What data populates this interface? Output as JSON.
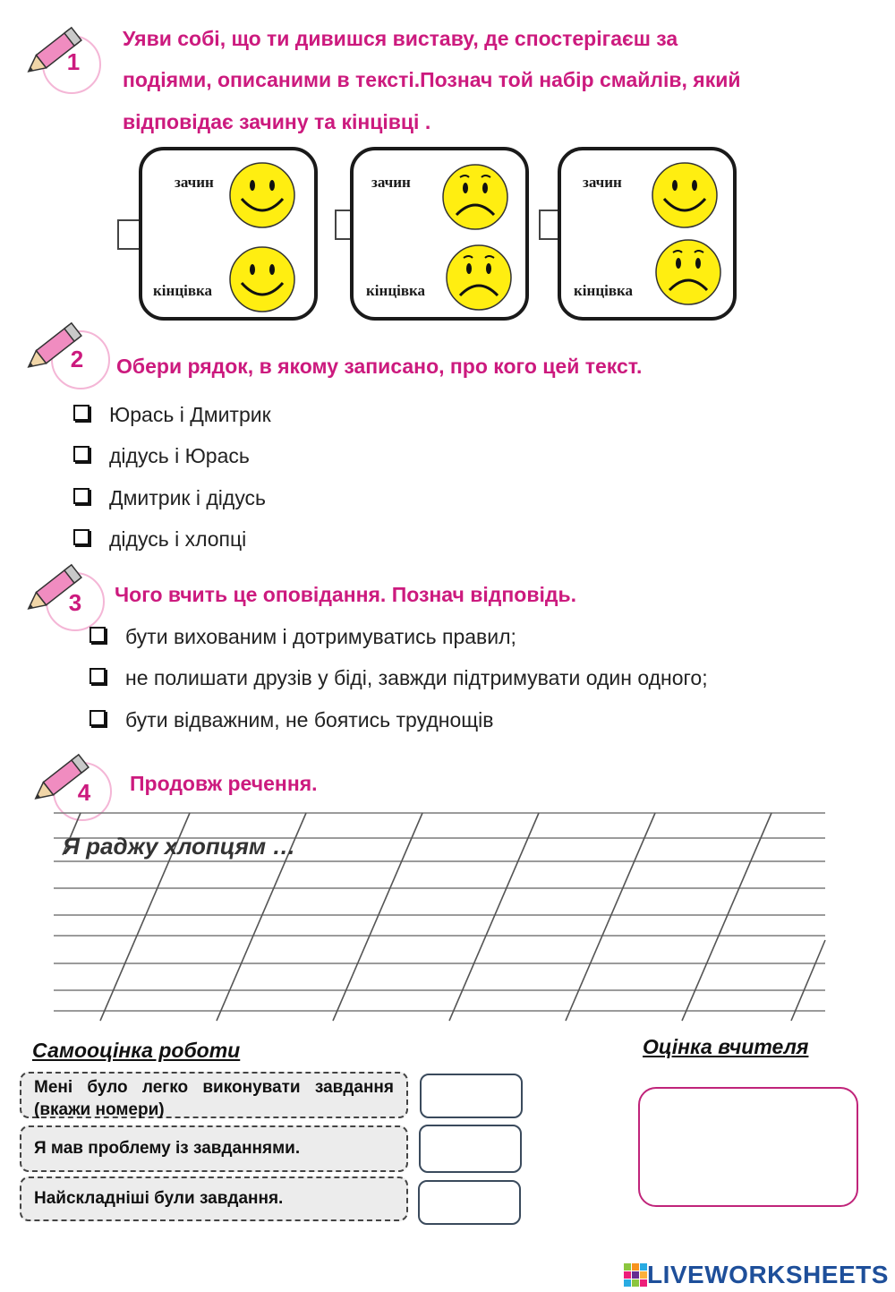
{
  "task1": {
    "number": "1",
    "instruction_lines": [
      "Уяви собі, що ти дивишся виставу, де спостерігаєш за",
      "подіями, описаними в тексті.Познач той набір смайлів, який",
      "відповідає зачину та кінцівці ."
    ],
    "cards": [
      {
        "start_label": "зачин",
        "end_label": "кінцівка",
        "start_mood": "happy",
        "end_mood": "happy"
      },
      {
        "start_label": "зачин",
        "end_label": "кінцівка",
        "start_mood": "sad",
        "end_mood": "sad"
      },
      {
        "start_label": "зачин",
        "end_label": "кінцівка",
        "start_mood": "happy",
        "end_mood": "sad"
      }
    ]
  },
  "task2": {
    "number": "2",
    "instruction": "Обери рядок, в якому записано, про кого цей текст.",
    "options": [
      "Юрась і Дмитрик",
      "дідусь і Юрась",
      "Дмитрик і дідусь",
      "дідусь і хлопці"
    ]
  },
  "task3": {
    "number": "3",
    "instruction": "Чого вчить це оповідання. Познач відповідь.",
    "options": [
      "бути вихованим і дотримуватись правил;",
      "не полишати друзів у біді, завжди підтримувати один одного;",
      "бути відважним, не боятись труднощів"
    ]
  },
  "task4": {
    "number": "4",
    "instruction": "Продовж речення.",
    "sentence_start": "Я раджу хлопцям …"
  },
  "self_assessment": {
    "title": "Самооцінка роботи",
    "rows": [
      "Мені було легко виконувати завдання (вкажи номери)",
      "Я мав  проблему із завданнями.",
      "Найскладніші були завдання."
    ]
  },
  "teacher": {
    "title": "Оцінка вчителя"
  },
  "footer": {
    "brand": "LIVEWORKSHEETS"
  },
  "colors": {
    "accent": "#cc1a7e",
    "badge_pink": "#f08cc0",
    "smiley_yellow": "#ffee11",
    "brand_blue": "#1e4f9a"
  }
}
